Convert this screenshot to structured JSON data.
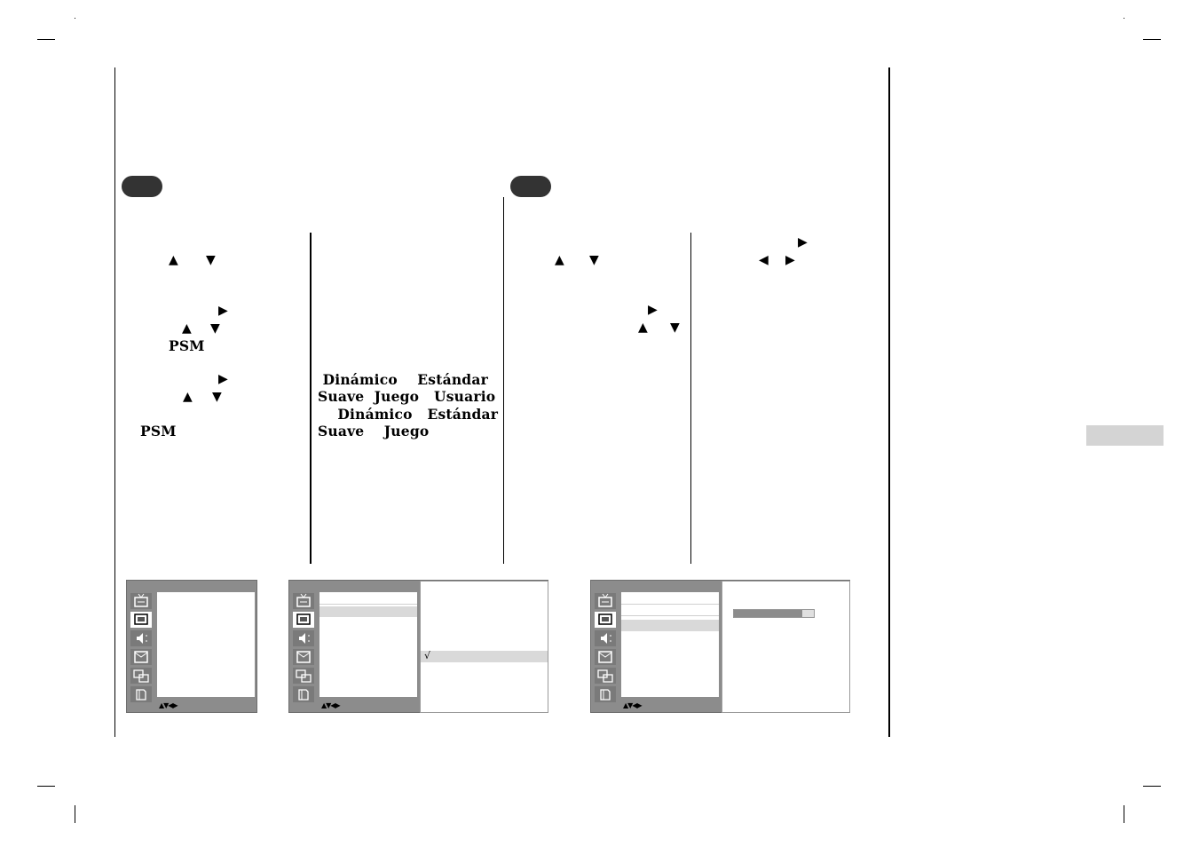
{
  "glyphs": {
    "up": "▲",
    "down": "▼",
    "right": "▶",
    "left": "◀",
    "check": "√",
    "nav_hint": "▲▼◀▶"
  },
  "left_column": {
    "psm_1": "PSM",
    "psm_2": "PSM"
  },
  "middle_column": {
    "line1": " Dinámico    Estándar",
    "line2": "Suave  Juego   Usuario",
    "line3": "    Dinámico   Estándar",
    "line4": "Suave    Juego"
  },
  "menu_icons": [
    "tv-station-icon",
    "picture-icon",
    "sound-icon",
    "time-icon",
    "special-icon",
    "screen-icon"
  ],
  "colors": {
    "osd_frame": "#8c8c8c",
    "highlight": "#d9d9d9",
    "pill": "#333333",
    "tab": "#d4d4d4"
  }
}
